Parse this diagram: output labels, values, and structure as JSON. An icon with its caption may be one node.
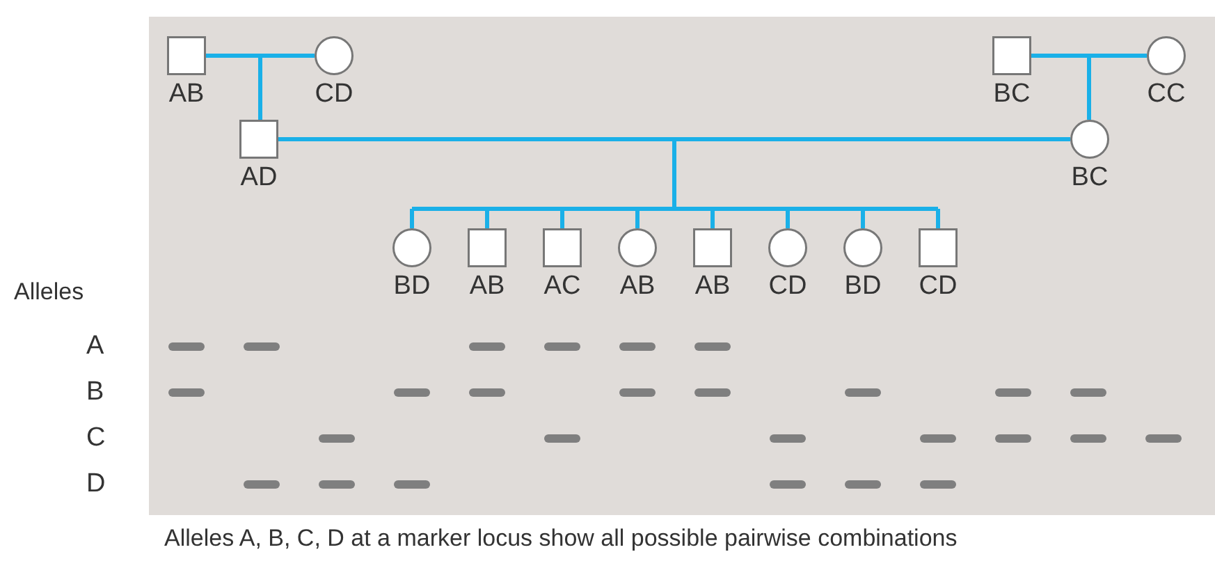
{
  "diagram": {
    "caption": "Alleles A, B, C, D at a marker locus show all possible pairwise combinations",
    "nodes": [
      {
        "text": [
          "AB"
        ]
      },
      {
        "text": [
          "CD"
        ]
      },
      {
        "text": [
          "BC"
        ]
      },
      {
        "text": [
          "CC"
        ]
      },
      {
        "text": [
          "AD"
        ]
      },
      {
        "text": [
          "BC"
        ]
      },
      {
        "text": [
          "BD"
        ]
      },
      {
        "text": [
          "AB"
        ]
      },
      {
        "text": [
          "AC"
        ]
      },
      {
        "text": [
          "AB"
        ]
      },
      {
        "text": [
          "AB"
        ]
      },
      {
        "text": [
          "CD"
        ]
      },
      {
        "text": [
          "BD"
        ]
      },
      {
        "text": [
          "CD"
        ]
      }
    ],
    "edges": [
      {
        "from": 0,
        "to": 1,
        "arrow": "none"
      },
      {
        "from": 0,
        "to": 4,
        "arrow": "none"
      },
      {
        "from": 1,
        "to": 4,
        "arrow": "none"
      },
      {
        "from": 2,
        "to": 3,
        "arrow": "none"
      },
      {
        "from": 2,
        "to": 5,
        "arrow": "none"
      },
      {
        "from": 3,
        "to": 5,
        "arrow": "none"
      },
      {
        "from": 4,
        "to": 5,
        "arrow": "none"
      },
      {
        "from": 4,
        "to": 6,
        "arrow": "none"
      },
      {
        "from": 4,
        "to": 7,
        "arrow": "none"
      },
      {
        "from": 4,
        "to": 8,
        "arrow": "none"
      },
      {
        "from": 4,
        "to": 9,
        "arrow": "none"
      },
      {
        "from": 4,
        "to": 10,
        "arrow": "none"
      },
      {
        "from": 4,
        "to": 11,
        "arrow": "none"
      },
      {
        "from": 4,
        "to": 12,
        "arrow": "none"
      },
      {
        "from": 4,
        "to": 13,
        "arrow": "none"
      },
      {
        "from": 5,
        "to": 6,
        "arrow": "none"
      },
      {
        "from": 5,
        "to": 7,
        "arrow": "none"
      },
      {
        "from": 5,
        "to": 8,
        "arrow": "none"
      },
      {
        "from": 5,
        "to": 9,
        "arrow": "none"
      },
      {
        "from": 5,
        "to": 10,
        "arrow": "none"
      },
      {
        "from": 5,
        "to": 11,
        "arrow": "none"
      },
      {
        "from": 5,
        "to": 12,
        "arrow": "none"
      },
      {
        "from": 5,
        "to": 13,
        "arrow": "none"
      }
    ],
    "labels": [
      "Alleles",
      "A",
      "B",
      "C",
      "D"
    ]
  }
}
